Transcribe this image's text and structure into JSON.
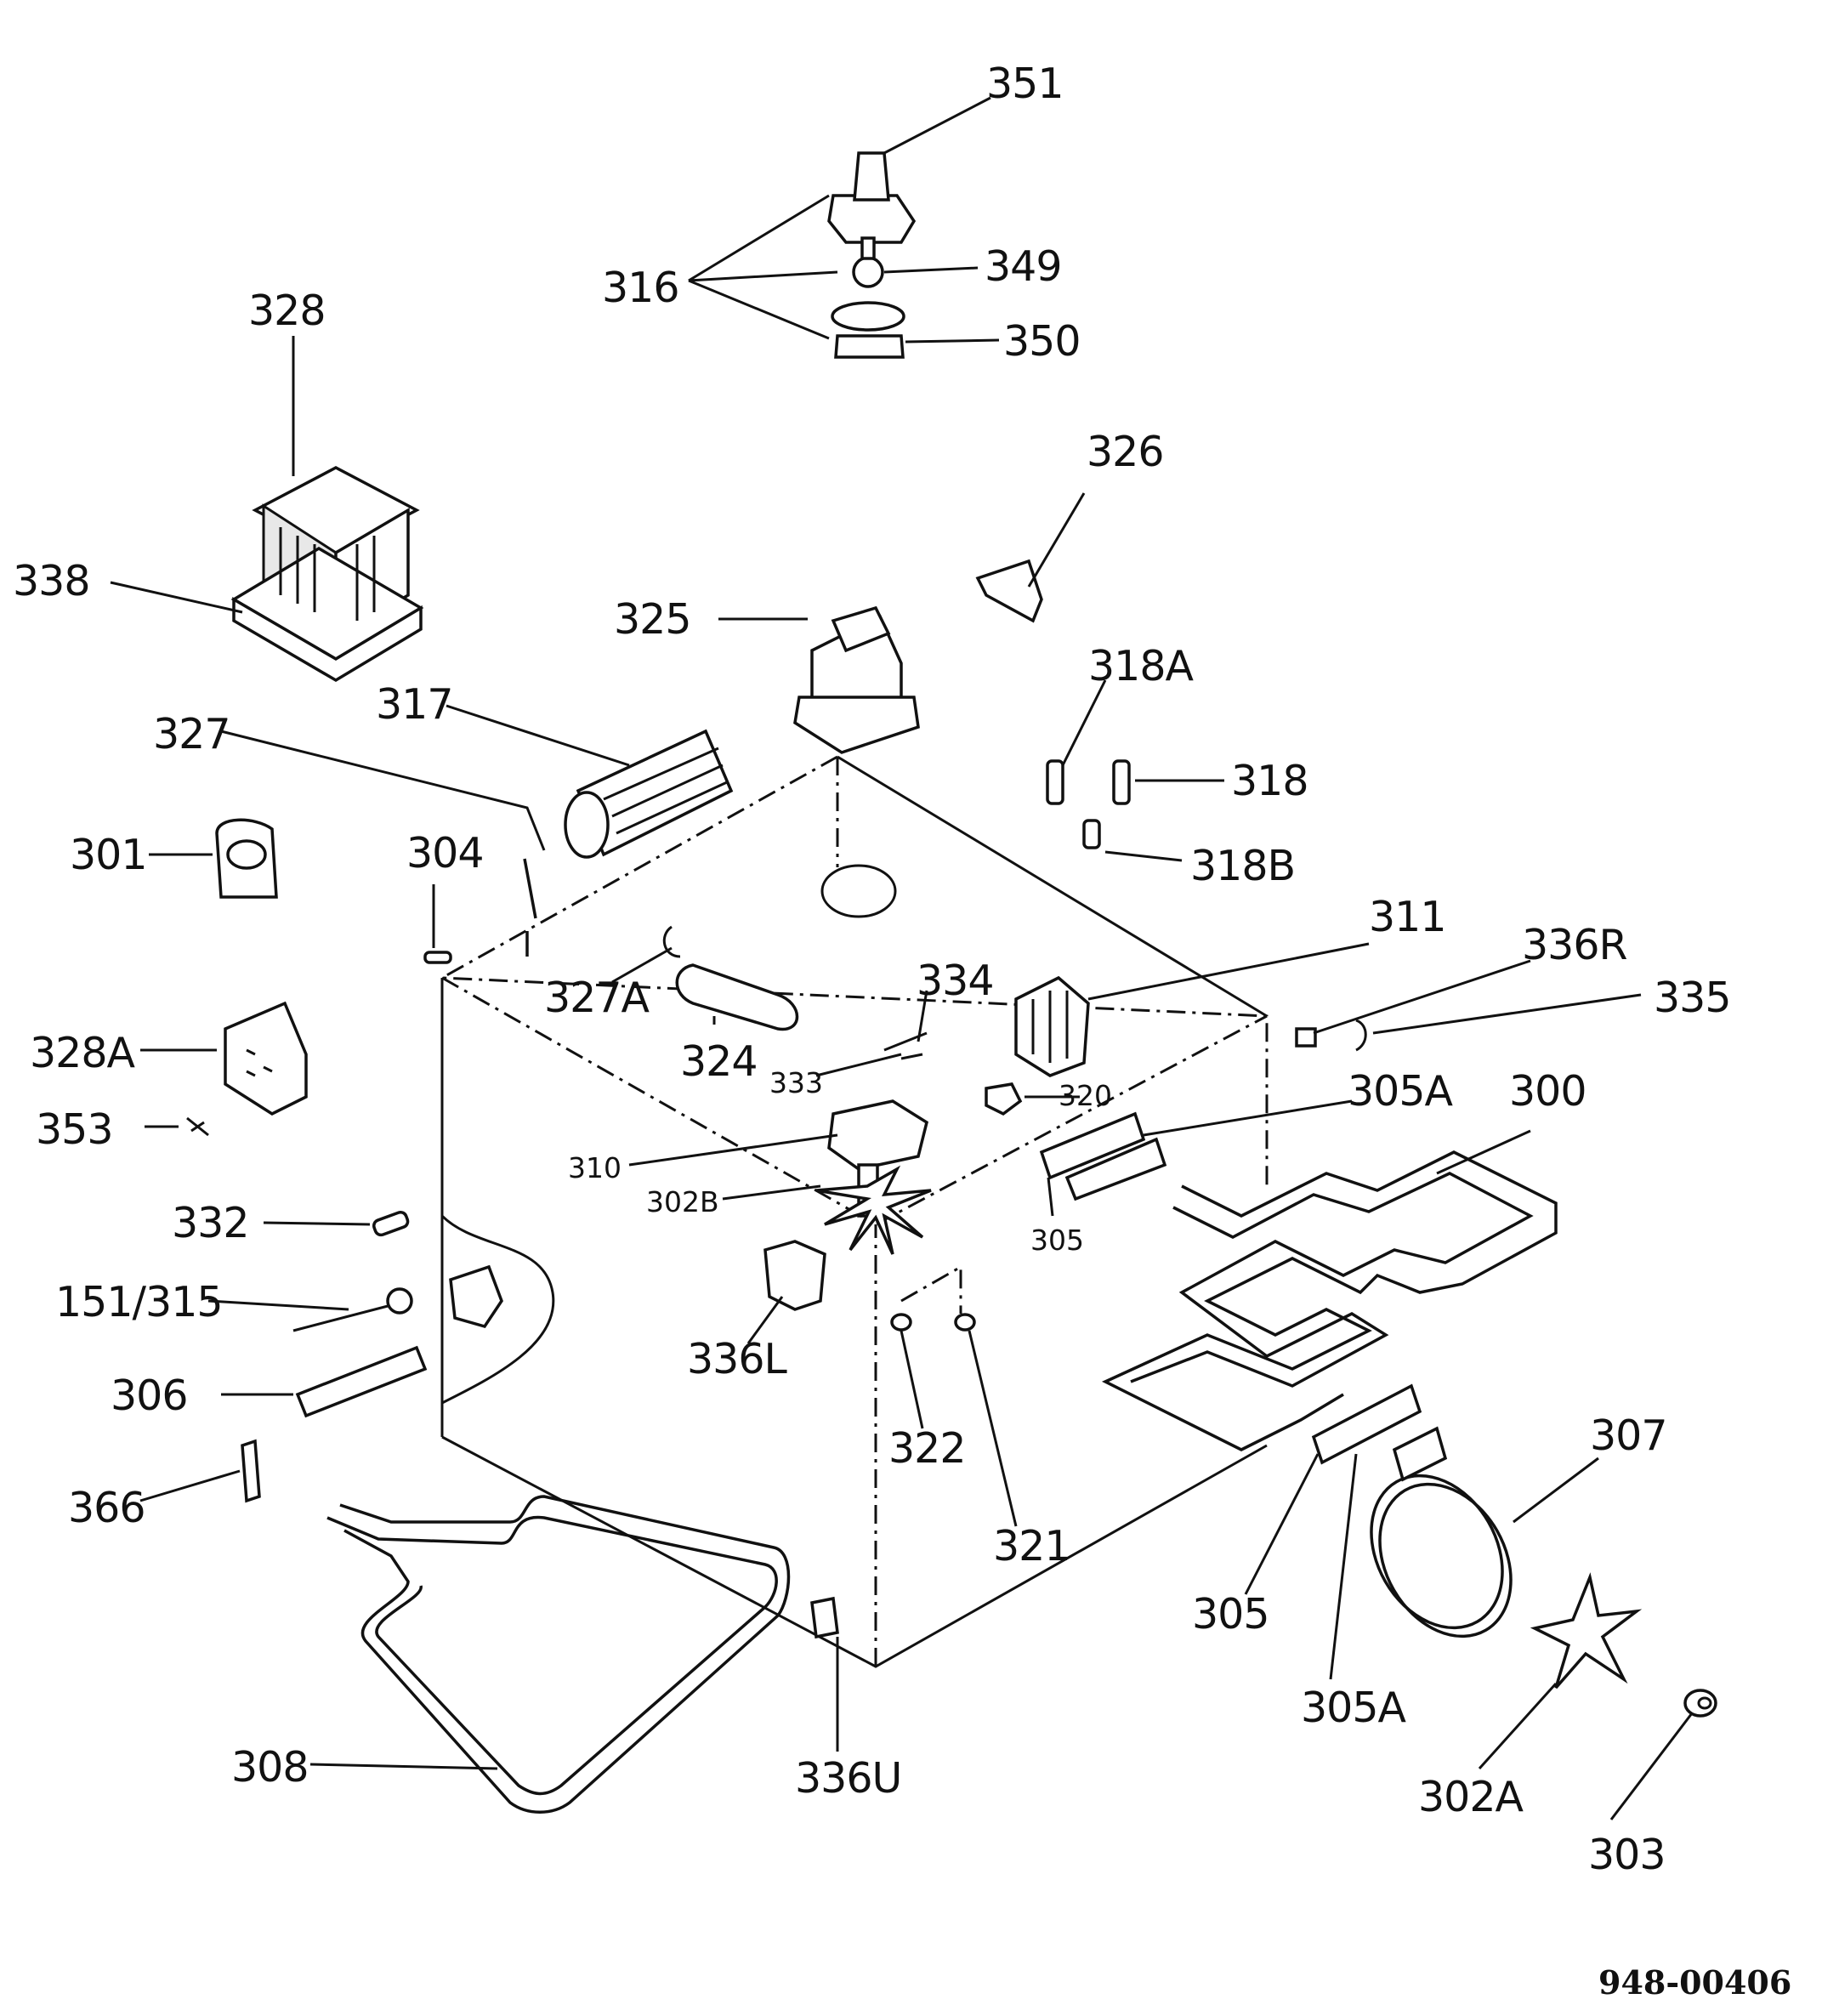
{
  "diagram": {
    "document_number": "948-00406",
    "labels": {
      "p351": "351",
      "p316": "316",
      "p349": "349",
      "p350": "350",
      "p328": "328",
      "p338": "338",
      "p326": "326",
      "p325": "325",
      "p318A": "318A",
      "p317": "317",
      "p327": "327",
      "p318": "318",
      "p301": "301",
      "p304": "304",
      "p318B": "318B",
      "p311": "311",
      "p336R": "336R",
      "p335": "335",
      "p327A": "327A",
      "p334": "334",
      "p328A": "328A",
      "p324": "324",
      "p333": "333",
      "p320": "320",
      "p305A_top": "305A",
      "p300": "300",
      "p353": "353",
      "p310": "310",
      "p302B": "302B",
      "p305_top": "305",
      "p332": "332",
      "p151_315": "151/315",
      "p336L": "336L",
      "p306": "306",
      "p322": "322",
      "p307": "307",
      "p366": "366",
      "p321": "321",
      "p305_bottom": "305",
      "p305A_bottom": "305A",
      "p308": "308",
      "p336U": "336U",
      "p302A": "302A",
      "p303": "303"
    }
  }
}
